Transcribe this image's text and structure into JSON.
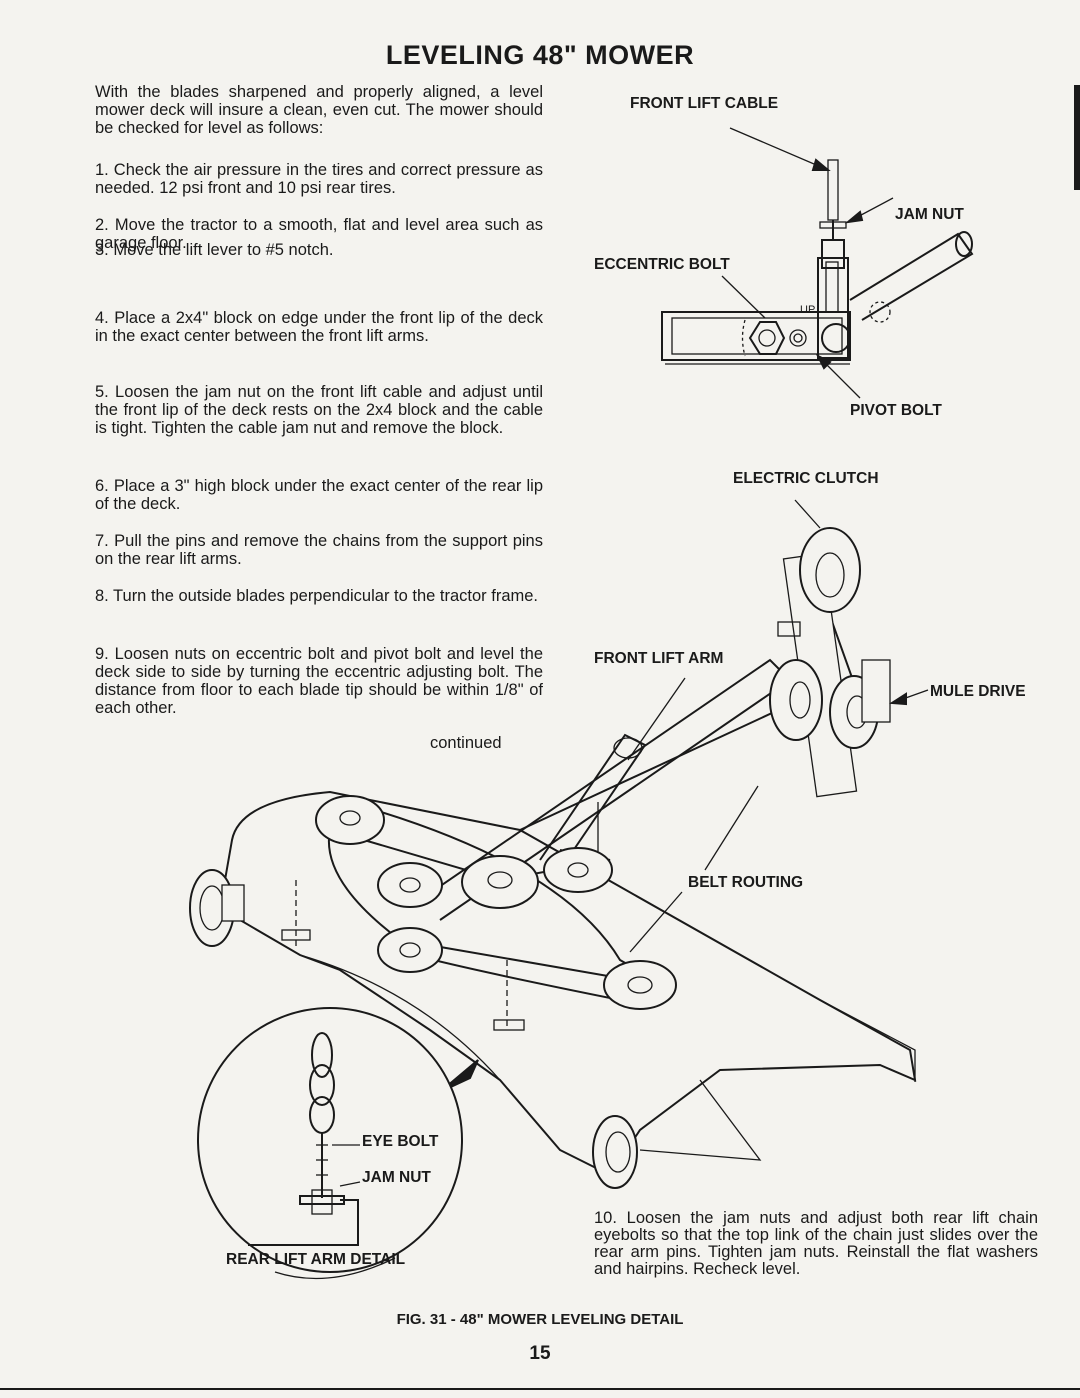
{
  "title": "LEVELING 48\" MOWER",
  "intro": "With the blades sharpened and properly aligned, a level mower deck will insure a clean, even cut. The mower should be checked for level as follows:",
  "steps": [
    "1. Check the air pressure in the tires and correct pressure as needed. 12 psi front and 10 psi rear tires.",
    "2. Move the tractor to a smooth, flat and level area such as garage floor.",
    "3. Move the lift lever to #5 notch.",
    "4. Place a 2x4\" block on edge under the front lip of the deck in the exact center between the front lift arms.",
    "5. Loosen the jam nut on the front lift cable and adjust until the front lip of the deck rests on the 2x4 block and the cable is tight. Tighten the cable jam nut and remove the block.",
    "6. Place a 3\" high block under the exact center of the rear lip of the deck.",
    "7. Pull the pins and remove the chains from the support pins on the rear lift arms.",
    "8. Turn the outside blades perpendicular to the tractor frame.",
    "9. Loosen nuts on eccentric bolt and pivot bolt and level the deck side to side by turning the eccentric adjusting bolt. The distance from floor to each blade tip should be within 1/8\" of each other."
  ],
  "continued": "continued",
  "step10": "10. Loosen the jam nuts and adjust both rear lift chain eyebolts so that the top link of the chain just slides over the rear arm pins. Tighten jam nuts. Reinstall the flat washers and hairpins. Recheck level.",
  "labels": {
    "front_lift_cable": "FRONT LIFT CABLE",
    "jam_nut_top": "JAM NUT",
    "eccentric_bolt": "ECCENTRIC BOLT",
    "up_mark": "UP",
    "pivot_bolt": "PIVOT BOLT",
    "electric_clutch": "ELECTRIC CLUTCH",
    "front_lift_arm": "FRONT LIFT ARM",
    "mule_drive": "MULE DRIVE",
    "belt_routing": "BELT ROUTING",
    "eye_bolt": "EYE BOLT",
    "jam_nut_detail": "JAM NUT",
    "rear_lift_arm_detail": "REAR LIFT ARM DETAIL"
  },
  "caption": "FIG. 31 - 48\" MOWER LEVELING DETAIL",
  "page_number": "15"
}
